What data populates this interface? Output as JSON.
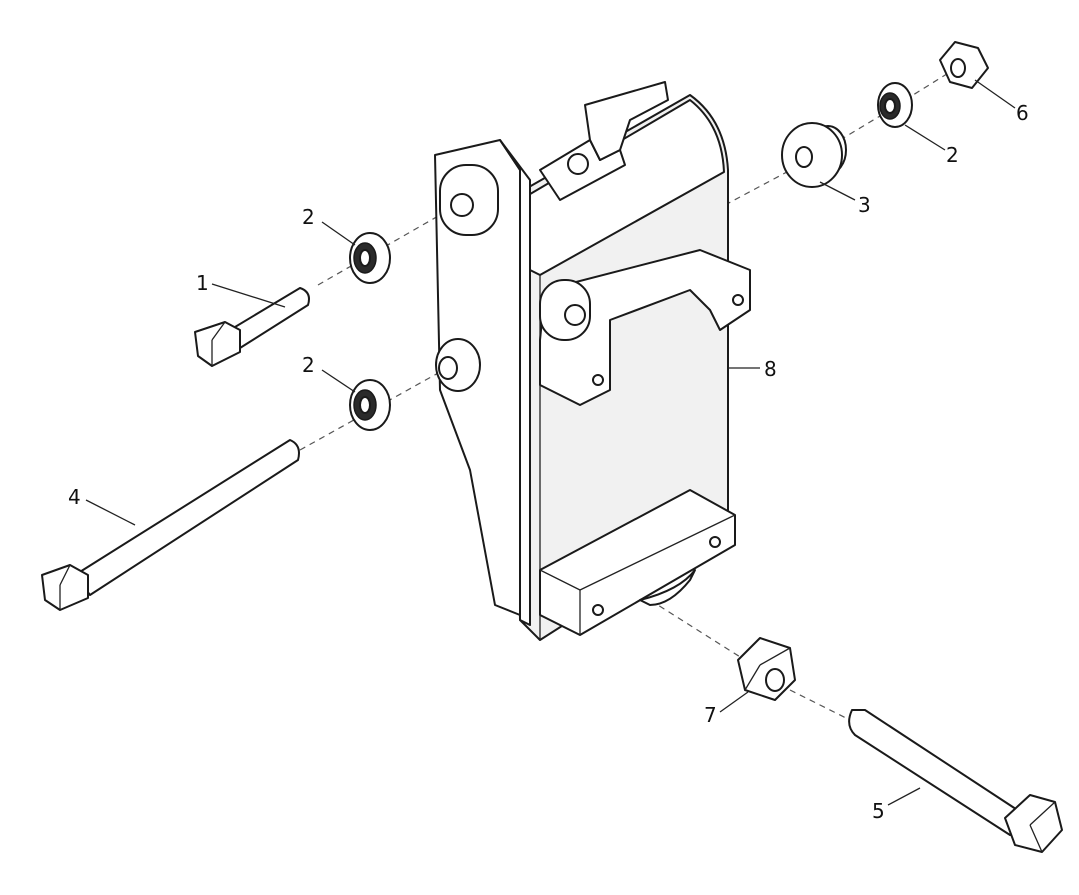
{
  "callouts": [
    {
      "id": "bolt-short",
      "label": "1"
    },
    {
      "id": "washer-upper-left",
      "label": "2"
    },
    {
      "id": "washer-lower-left",
      "label": "2"
    },
    {
      "id": "washer-right",
      "label": "2"
    },
    {
      "id": "bushing",
      "label": "3"
    },
    {
      "id": "bolt-long",
      "label": "4"
    },
    {
      "id": "bolt-lower-right",
      "label": "5"
    },
    {
      "id": "nut-small",
      "label": "6"
    },
    {
      "id": "nut-large",
      "label": "7"
    },
    {
      "id": "bracket-body",
      "label": "8"
    }
  ]
}
